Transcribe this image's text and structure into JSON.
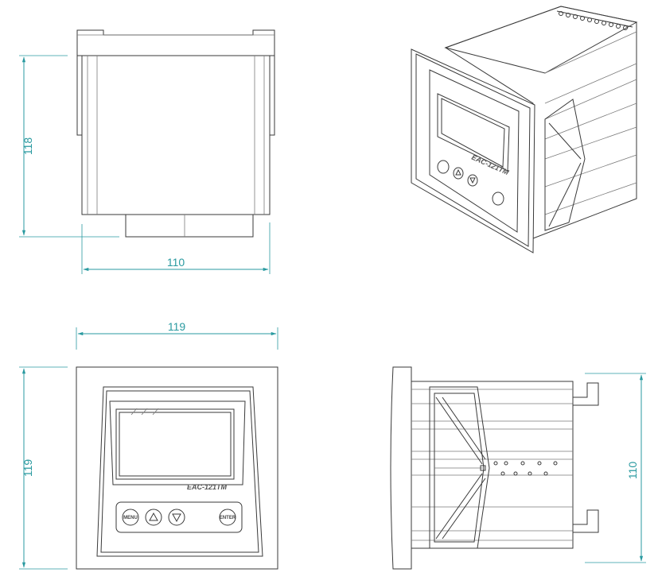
{
  "dimensions": {
    "side_height": "118",
    "side_width": "110",
    "front_width": "119",
    "front_height": "119",
    "right_height": "110"
  },
  "device": {
    "model_label": "EAC-121TM",
    "buttons": [
      "MENU",
      "up-arrow",
      "down-arrow",
      "ENTER"
    ]
  },
  "colors": {
    "dimension": "#2a9aa0",
    "outline": "#3a3a3a"
  }
}
